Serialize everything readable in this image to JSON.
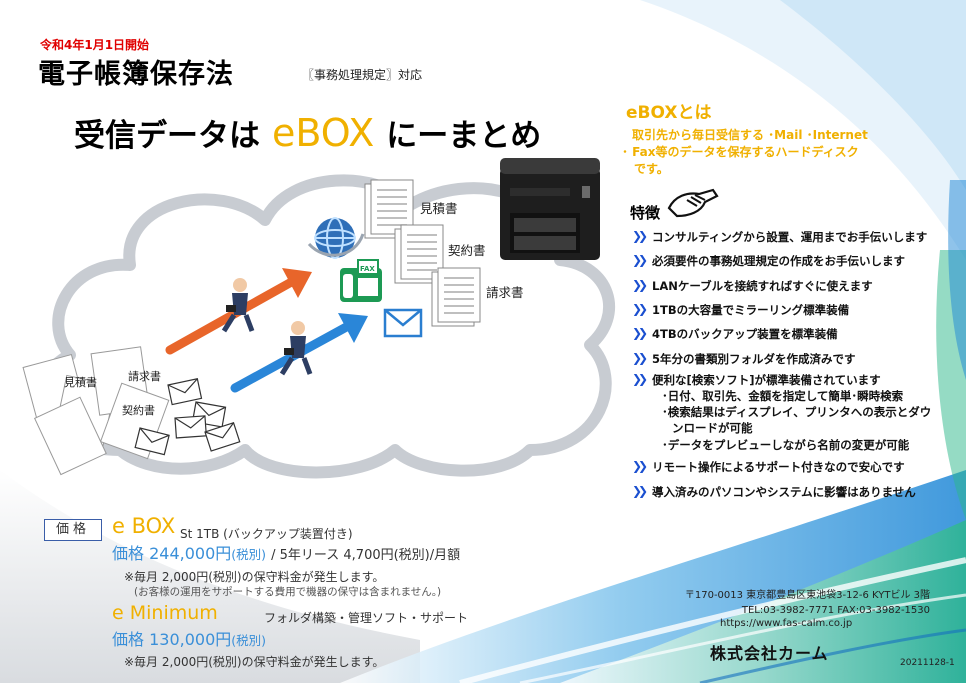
{
  "header": {
    "notice": "令和4年1月1日開始",
    "law_title": "電子帳簿保存法",
    "law_sub": "〖事務処理規定〗対応"
  },
  "headline": {
    "prefix": "受信データは",
    "brand": "eBOX",
    "suffix": "にーまとめ"
  },
  "illustration": {
    "doc_labels": [
      "見積書",
      "契約書",
      "請求書"
    ],
    "pile_labels": [
      "見積書",
      "請求書",
      "契約書"
    ],
    "fax_label": "FAX",
    "icons": [
      "globe-icon",
      "fax-icon",
      "mail-icon",
      "nas-device",
      "businessman-icon",
      "document-icon"
    ]
  },
  "about": {
    "heading": "eBOXとは",
    "desc_line1": "取引先から毎日受信する ･Mail ･Internet",
    "desc_line2": "･ Fax等のデータを保存するハードディスク",
    "desc_line3": "です。"
  },
  "features": {
    "heading": "特徴",
    "items": [
      "コンサルティングから設置、運用までお手伝いします",
      "必須要件の事務処理規定の作成をお手伝いします",
      "LANケーブルを接続すればすぐに使えます",
      "1TBの大容量でミラーリング標準装備",
      "4TBのバックアップ装置を標準装備",
      "5年分の書類別フォルダを作成済みです",
      "便利な[検索ソフト]が標準装備されています",
      "リモート操作によるサポート付きなので安心です",
      "導入済みのパソコンやシステムに影響はありません"
    ],
    "sub_items": [
      "･日付、取引先、金額を指定して簡単･瞬時検索",
      "･検索結果はディスプレイ、プリンタへの表示とダウ",
      "ンロードが可能",
      "･データをプレビューしながら名前の変更が可能"
    ]
  },
  "price": {
    "box_label": "価格",
    "ebox_name": "e BOX",
    "ebox_model": "St 1TB (バックアップ装置付き)",
    "ebox_price_label": "価格 244,000円",
    "ebox_price_tax": "(税別)",
    "ebox_lease": "/ 5年リース 4,700円(税別)/月額",
    "ebox_note": "※毎月 2,000円(税別)の保守料金が発生します。",
    "ebox_note2": "(お客様の運用をサポートする費用で機器の保守は含まれません。)",
    "emin_name": "e Minimum",
    "emin_desc": "フォルダ構築・管理ソフト・サポート",
    "emin_price_label": "価格 130,000円",
    "emin_price_tax": "(税別)",
    "emin_note": "※毎月 2,000円(税別)の保守料金が発生します。"
  },
  "company": {
    "address": "〒170-0013 東京都豊島区東池袋3-12-6 KYTビル 3階",
    "tel_fax": "TEL:03-3982-7771 FAX:03-3982-1530",
    "web": "https://www.fas-calm.co.jp",
    "name": "株式会社カーム",
    "doc_no": "20211128-1"
  },
  "colors": {
    "accent_yellow": "#f0b000",
    "price_blue": "#3a8fd8",
    "chevron_blue": "#1a4fd0",
    "notice_red": "#e00000"
  }
}
